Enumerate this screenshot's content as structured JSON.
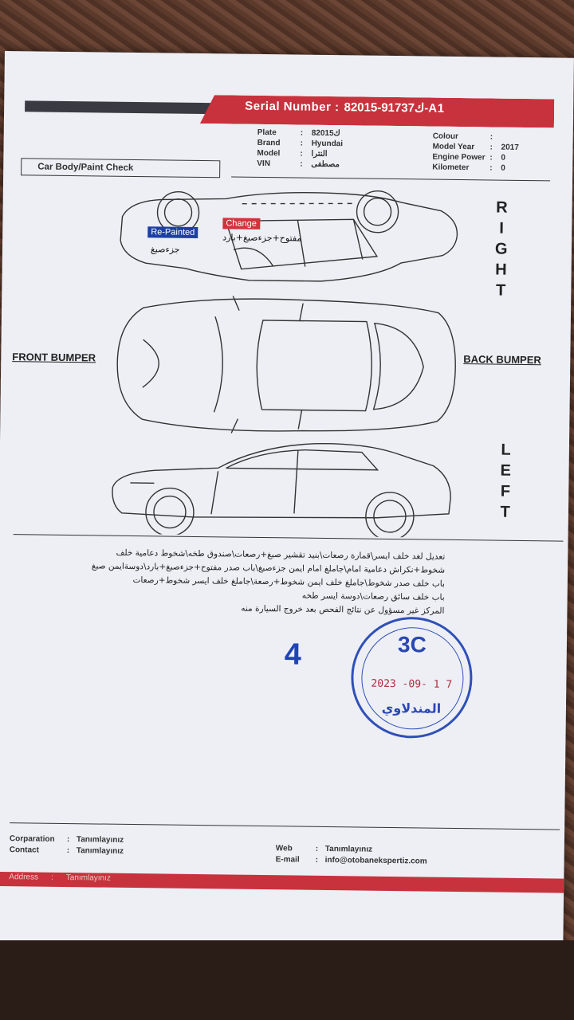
{
  "header": {
    "serial_label": "Serial Number :",
    "serial_value": "ك91737-82015-A1"
  },
  "vehicle_left": [
    {
      "key": "Plate",
      "value": "ك82015"
    },
    {
      "key": "Brand",
      "value": "Hyundai"
    },
    {
      "key": "Model",
      "value": "النترا"
    },
    {
      "key": "VIN",
      "value": "مصطفى"
    }
  ],
  "vehicle_right": [
    {
      "key": "Colour",
      "value": ""
    },
    {
      "key": "Model Year",
      "value": "2017"
    },
    {
      "key": "Engine Power",
      "value": "0"
    },
    {
      "key": "Kilometer",
      "value": "0"
    }
  ],
  "section_title": "Car Body/Paint Check",
  "legend": {
    "repainted": "Re-Painted",
    "change": "Change",
    "repainted_note": "جزءصبغ",
    "change_note": "مفتوح+جزءصبغ+بارد"
  },
  "sides": {
    "right": [
      "R",
      "I",
      "G",
      "H",
      "T"
    ],
    "left": [
      "L",
      "E",
      "F",
      "T"
    ],
    "front": "FRONT BUMPER",
    "back": "BACK BUMPER"
  },
  "notes": [
    "تعديل لغد خلف ايسر\\قمارة رصعات\\بنيد تقشير صبغ+رصعات\\صندوق طخه\\شخوط دعامية خلف",
    "شخوط+نكراش دعامية امام\\جاملغ امام ايمن جزءصبغ\\باب صدر مفتوح+جزءصبغ+بارد\\دوسةايمن صبغ",
    "باب خلف صدر شخوط\\جاملغ خلف ايمن شخوط+رصعة\\جاملغ خلف ايسر شخوط+رصعات",
    "باب خلف سائق رصعات\\دوسة ايسر طخه",
    "المركز غير مسؤول عن نتائج الفحص بعد خروج السيارة منه"
  ],
  "handwritten_number": "4",
  "stamp": {
    "code": "3C",
    "date": "2023 -09- 1 7",
    "name": "المندلاوي"
  },
  "footer": {
    "left": [
      {
        "key": "Corparation",
        "value": "Tanımlayınız"
      },
      {
        "key": "Contact",
        "value": "Tanımlayınız"
      }
    ],
    "right": [
      {
        "key": "Web",
        "value": "Tanımlayınız"
      },
      {
        "key": "E-mail",
        "value": "info@otobanekspertiz.com"
      }
    ],
    "address_key": "Address",
    "address_value": "Tanımlayınız"
  }
}
